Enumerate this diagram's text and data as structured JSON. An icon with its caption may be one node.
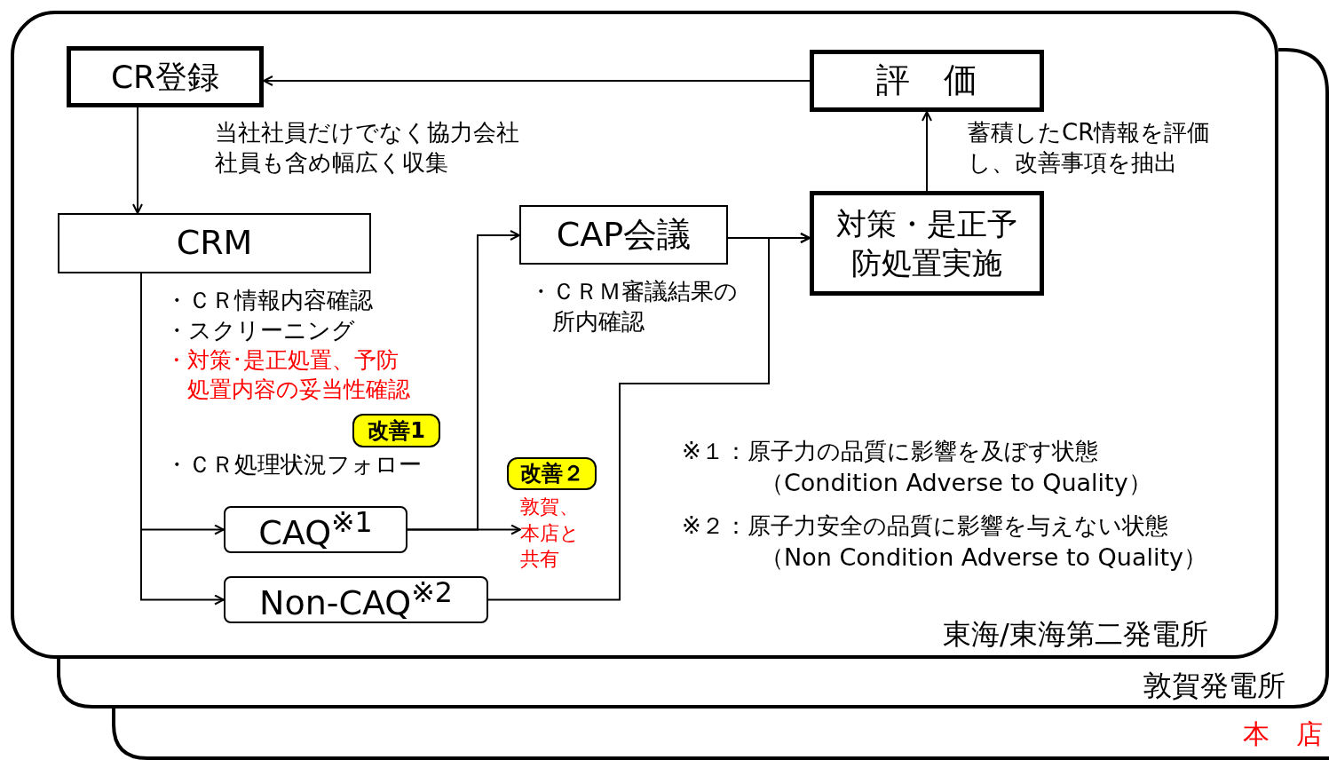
{
  "diagram": {
    "nodes": [
      {
        "text": [
          "東海/東海第二発電所"
        ]
      },
      {
        "text": [
          "CR登録"
        ],
        "in": 0
      },
      {
        "text": [
          "評　価"
        ],
        "in": 0
      },
      {
        "text": [
          "CRM"
        ],
        "in": 0
      },
      {
        "text": [
          "CAP会議"
        ],
        "in": 0
      },
      {
        "text": [
          "対策・是正予防処置実施"
        ],
        "in": 0
      },
      {
        "text": [
          "CAQ$^{※1}$"
        ],
        "in": 0
      },
      {
        "text": [
          "Non-CAQ$^{※2}$"
        ],
        "in": 0
      },
      {
        "text": [
          "改善1"
        ],
        "in": 0
      },
      {
        "text": [
          "改善２"
        ],
        "in": 0
      },
      {
        "text": [
          "敦賀発電所"
        ]
      },
      {
        "text": [
          "本　店"
        ]
      },
      {
        "text": [
          "敦賀、本店と共有"
        ],
        "in": 0
      }
    ],
    "edges": [
      {
        "from": 2,
        "to": 1,
        "arrow": "to"
      },
      {
        "from": 1,
        "to": 3,
        "arrow": "to"
      },
      {
        "from": 3,
        "to": 6,
        "arrow": "to"
      },
      {
        "from": 3,
        "to": 7,
        "arrow": "to"
      },
      {
        "from": 6,
        "to": 4,
        "arrow": "to"
      },
      {
        "from": 6,
        "to": 12,
        "arrow": "to"
      },
      {
        "from": 4,
        "to": 5,
        "arrow": "to"
      },
      {
        "from": 7,
        "to": 5,
        "arrow": "to"
      },
      {
        "from": 5,
        "to": 2,
        "arrow": "to"
      }
    ],
    "labels": [
      "当社社員だけでなく協力会社社員も含め幅広く収集",
      "蓄積したCR情報を評価し、改善事項を抽出",
      "・ＣＲ情報内容確認",
      "・スクリーニング",
      "・対策･是正処置、予防処置内容の妥当性確認",
      "・ＣＲ処理状況フォロー",
      "・ＣＲＭ審議結果の所内確認",
      "※１：原子力の品質に影響を及ぼす状態",
      "（Condition Adverse to Quality）",
      "※２：原子力安全の品質に影響を与えない状態",
      "（Non Condition Adverse to Quality）"
    ]
  }
}
